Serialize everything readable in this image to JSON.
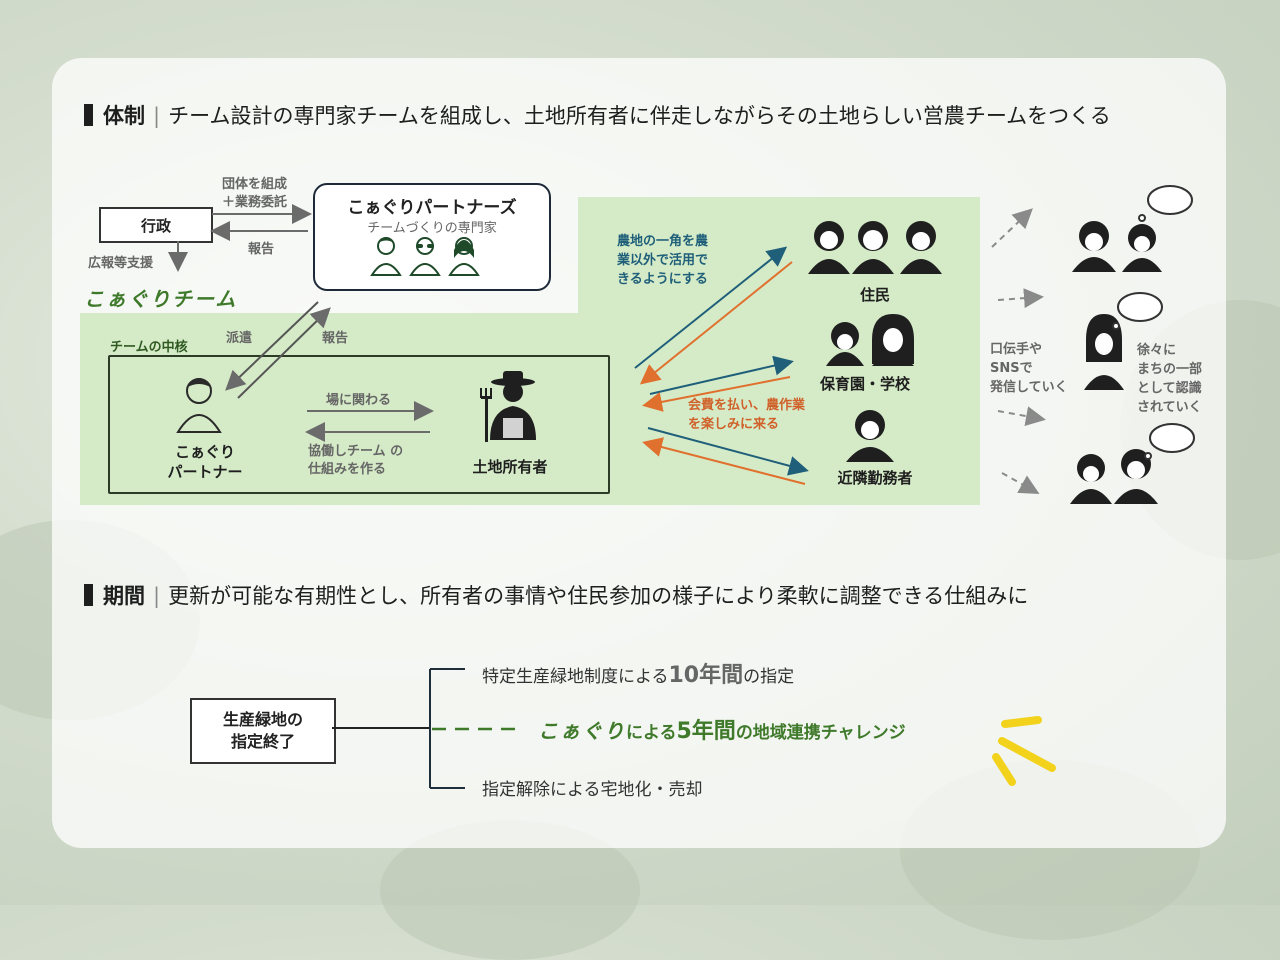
{
  "section1": {
    "heading_title": "体制",
    "heading_sep": "|",
    "heading_sub": "チーム設計の専門家チームを組成し、土地所有者に伴走しながらその土地らしい営農チームをつくる"
  },
  "org": {
    "gyosei": "行政",
    "arrow_dantai": "団体を組成\n＋業務委託",
    "arrow_hokoku_top": "報告",
    "arrow_koho": "広報等支援",
    "partners_title": "こぁぐりパートナーズ",
    "partners_sub": "チームづくりの専門家",
    "team_name": "こぁぐりチーム",
    "core_label": "チームの中核",
    "haken": "派遣",
    "hokoku": "報告",
    "partner_label": "こぁぐり\nパートナー",
    "ba_ni": "場に関わる",
    "kyodo": "協働しチーム の\n仕組みを作る",
    "landowner": "土地所有者"
  },
  "community": {
    "left_note": "農地の一角を農\n業以外で活用で\nきるようにする",
    "right_note": "会費を払い、農作業\nを楽しみに来る",
    "residents": "住民",
    "nursery": "保育園・学校",
    "workers": "近隣勤務者",
    "word_of_mouth": "口伝手や\nSNSで\n発信していく",
    "recognition": "徐々に\nまちの一部\nとして認識\nされていく"
  },
  "section2": {
    "heading_title": "期間",
    "heading_sep": "|",
    "heading_sub": "更新が可能な有期性とし、所有者の事情や住民参加の様子により柔軟に調整できる仕組みに"
  },
  "timeline": {
    "start_box": "生産緑地の\n指定終了",
    "opt1_pre": "特定生産緑地制度による",
    "opt1_big": "10年間",
    "opt1_post": "の指定",
    "opt2_brand": "こぁぐり",
    "opt2_mid": "による",
    "opt2_big": "5年間",
    "opt2_post": "の地域連携チャレンジ",
    "opt3": "指定解除による宅地化・売却"
  },
  "colors": {
    "green_panel": "#d5ebc7",
    "brand_green": "#3f7a2b",
    "blue_arrow": "#1f5f7a",
    "orange_arrow": "#e0702e",
    "yellow_accent": "#f2d21b"
  }
}
